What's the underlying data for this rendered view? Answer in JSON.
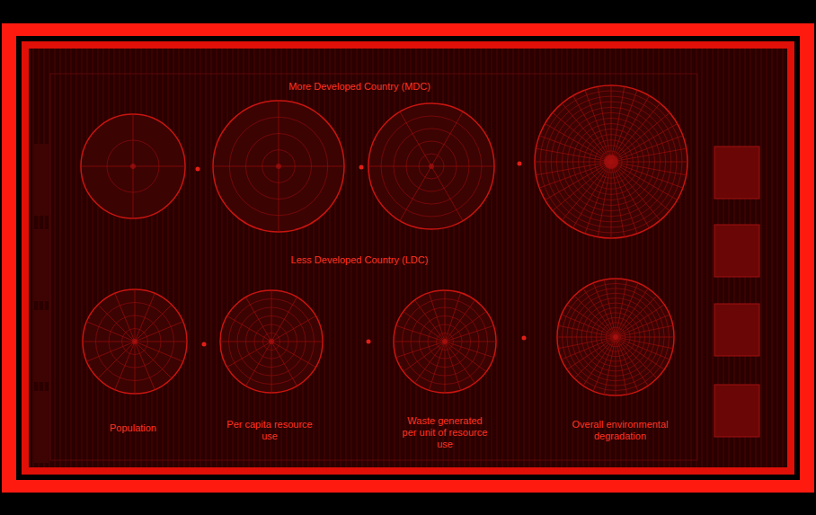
{
  "diagram": {
    "labels": [
      "More Developed Country (MDC)",
      "Less Developed Country (LDC)",
      "Population",
      "Per capita resource use",
      "Waste generated per unit of resource use",
      "Overall environmental degradation"
    ]
  }
}
